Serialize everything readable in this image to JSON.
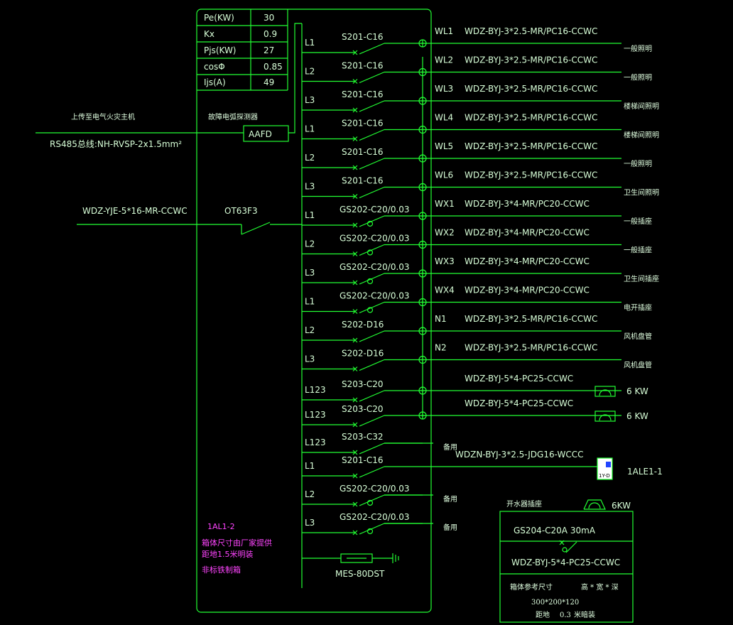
{
  "params": [
    {
      "label": "Pe(KW)",
      "value": "30"
    },
    {
      "label": "Kx",
      "value": "0.9"
    },
    {
      "label": "Pjs(KW)",
      "value": "27"
    },
    {
      "label": "cosΦ",
      "value": "0.85"
    },
    {
      "label": "Ijs(A)",
      "value": "49"
    }
  ],
  "left": {
    "fire_title": "上传至电气火灾主机",
    "rs485": "RS485总线:NH-RVSP-2x1.5mm²",
    "detector_title": "故障电弧探测器",
    "aafd": "AAFD",
    "incoming_cable": "WDZ-YJE-5*16-MR-CCWC",
    "main_switch": "OT63F3"
  },
  "circuits": [
    {
      "phase": "L1",
      "breaker": "S201-C16",
      "id": "WL1",
      "cable": "WDZ-BYJ-3*2.5-MR/PC16-CCWC",
      "load": "一般照明",
      "rcd": false
    },
    {
      "phase": "L2",
      "breaker": "S201-C16",
      "id": "WL2",
      "cable": "WDZ-BYJ-3*2.5-MR/PC16-CCWC",
      "load": "一般照明",
      "rcd": false
    },
    {
      "phase": "L3",
      "breaker": "S201-C16",
      "id": "WL3",
      "cable": "WDZ-BYJ-3*2.5-MR/PC16-CCWC",
      "load": "楼梯间照明",
      "rcd": false
    },
    {
      "phase": "L1",
      "breaker": "S201-C16",
      "id": "WL4",
      "cable": "WDZ-BYJ-3*2.5-MR/PC16-CCWC",
      "load": "楼梯间照明",
      "rcd": false
    },
    {
      "phase": "L2",
      "breaker": "S201-C16",
      "id": "WL5",
      "cable": "WDZ-BYJ-3*2.5-MR/PC16-CCWC",
      "load": "一般照明",
      "rcd": false
    },
    {
      "phase": "L3",
      "breaker": "S201-C16",
      "id": "WL6",
      "cable": "WDZ-BYJ-3*2.5-MR/PC16-CCWC",
      "load": "卫生间照明",
      "rcd": false
    },
    {
      "phase": "L1",
      "breaker": "GS202-C20/0.03",
      "id": "WX1",
      "cable": "WDZ-BYJ-3*4-MR/PC20-CCWC",
      "load": "一般插座",
      "rcd": true
    },
    {
      "phase": "L2",
      "breaker": "GS202-C20/0.03",
      "id": "WX2",
      "cable": "WDZ-BYJ-3*4-MR/PC20-CCWC",
      "load": "一般插座",
      "rcd": true
    },
    {
      "phase": "L3",
      "breaker": "GS202-C20/0.03",
      "id": "WX3",
      "cable": "WDZ-BYJ-3*4-MR/PC20-CCWC",
      "load": "卫生间插座",
      "rcd": true
    },
    {
      "phase": "L1",
      "breaker": "GS202-C20/0.03",
      "id": "WX4",
      "cable": "WDZ-BYJ-3*4-MR/PC20-CCWC",
      "load": "电开插座",
      "rcd": true
    },
    {
      "phase": "L2",
      "breaker": "S202-D16",
      "id": "N1",
      "cable": "WDZ-BYJ-3*2.5-MR/PC16-CCWC",
      "load": "风机盘管",
      "rcd": false
    },
    {
      "phase": "L3",
      "breaker": "S202-D16",
      "id": "N2",
      "cable": "WDZ-BYJ-3*2.5-MR/PC16-CCWC",
      "load": "风机盘管",
      "rcd": false
    },
    {
      "phase": "L123",
      "breaker": "S203-C20",
      "id": "",
      "cable": "WDZ-BYJ-5*4-PC25-CCWC",
      "load": "6 KW",
      "rcd": false
    },
    {
      "phase": "L123",
      "breaker": "S203-C20",
      "id": "",
      "cable": "WDZ-BYJ-5*4-PC25-CCWC",
      "load": "6 KW",
      "rcd": false
    },
    {
      "phase": "L123",
      "breaker": "S203-C32",
      "id": "",
      "cable": "",
      "load": "备用",
      "rcd": false
    },
    {
      "phase": "L1",
      "breaker": "S201-C16",
      "id": "",
      "cable": "WDZN-BYJ-3*2.5-JDG16-WCCC",
      "load": "1ALE1-1",
      "rcd": false
    },
    {
      "phase": "L2",
      "breaker": "GS202-C20/0.03",
      "id": "",
      "cable": "",
      "load": "备用",
      "rcd": true
    },
    {
      "phase": "L3",
      "breaker": "GS202-C20/0.03",
      "id": "",
      "cable": "",
      "load": "备用",
      "rcd": true
    }
  ],
  "spd": "MES-80DST",
  "panel_notes": {
    "name": "1AL1-2",
    "line1": "箱体尺寸由厂家提供",
    "line2": "距地1.5米明装",
    "line3": "非标铁制箱"
  },
  "water_heater": {
    "title": "开水器插座",
    "power": "6KW",
    "breaker": "GS204-C20A 30mA",
    "cable": "WDZ-BYJ-5*4-PC25-CCWC",
    "size_label": "箱体参考尺寸",
    "size_dims": "高 * 宽 * 深",
    "size_value": "300*200*120",
    "mount_label": "距地",
    "mount_value": "0.3",
    "mount_unit": "米暗装"
  },
  "emergency_box_label": "1Y-D",
  "colors": {
    "line": "#22ff33",
    "text": "#d8ffd8",
    "note": "#ff44ff"
  }
}
